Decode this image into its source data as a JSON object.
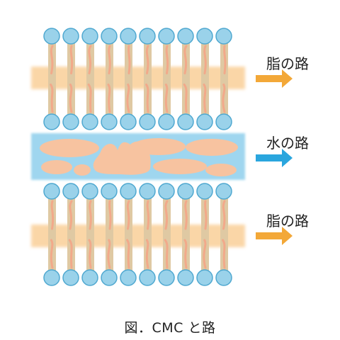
{
  "labels": {
    "lipid_path_top": "脂の路",
    "water_path": "水の路",
    "lipid_path_bottom": "脂の路"
  },
  "caption": "図．CMC と路",
  "colors": {
    "head_fill": "#9ad2ea",
    "head_stroke": "#4fa8d0",
    "tail": "#dfc9a3",
    "tail_squiggle": "#f2a98a",
    "lipid_band": "#f9c98a",
    "water_band": "#9fd6ef",
    "water_blob": "#f7c3a0",
    "lipid_arrow": "#f3a838",
    "water_arrow": "#2aa6de"
  },
  "layers": {
    "lipid_layers": 2,
    "molecules_per_row": 10
  }
}
